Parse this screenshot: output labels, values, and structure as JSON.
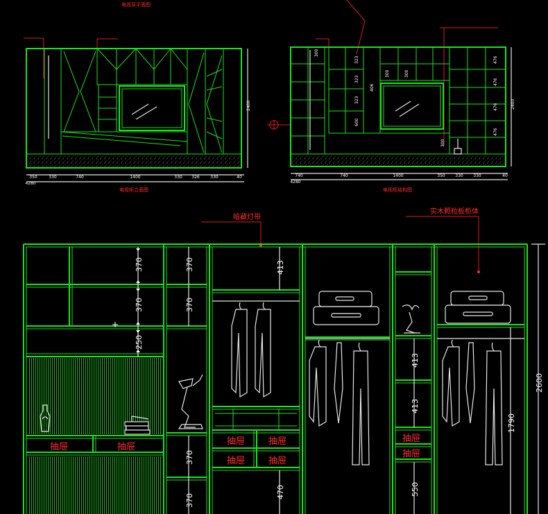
{
  "top_left": {
    "title": "电视背平面图",
    "caption": "电视柜立面图",
    "height_dim": "2400",
    "bottom_dims": [
      "350",
      "330",
      "740",
      "1400",
      "330",
      "326",
      "330",
      "40"
    ],
    "total_dim": "4280"
  },
  "top_right": {
    "caption": "电视柜结构图",
    "height_dim": "2400",
    "shelf_dims": [
      "300",
      "323",
      "323",
      "323",
      "600"
    ],
    "mid_dims": [
      "300",
      "300",
      "406"
    ],
    "right_dims": [
      "476",
      "476",
      "476",
      "476"
    ],
    "bottom_dims": [
      "740",
      "740",
      "1400",
      "350",
      "330",
      "330",
      "40"
    ],
    "total_dim": "4280"
  },
  "main": {
    "callout_light": "暗藏灯带",
    "callout_board": "实木颗粒板柜体",
    "drawer_label": "抽屉",
    "total_height": "2600",
    "dims": {
      "c1_a": "370",
      "c1_b": "370",
      "c1_c": "250",
      "c2_a": "370",
      "c2_b": "370",
      "c2_c": "370",
      "c2_d": "370",
      "c3_a": "413",
      "c3_b": "470",
      "c5_a": "413",
      "c5_b": "413",
      "c5_c": "550",
      "c6_a": "1790"
    }
  }
}
